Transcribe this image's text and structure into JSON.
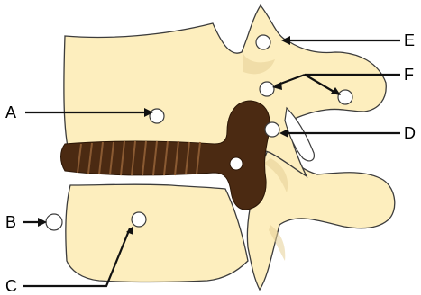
{
  "colors": {
    "bone": "#fdeebe",
    "bone_shade": "#e6cf96",
    "disc": "#4b2a12",
    "outline": "#3c3c3c",
    "marker_fill": "#ffffff"
  },
  "labels": {
    "A": "A",
    "B": "B",
    "C": "C",
    "D": "D",
    "E": "E",
    "F": "F"
  }
}
